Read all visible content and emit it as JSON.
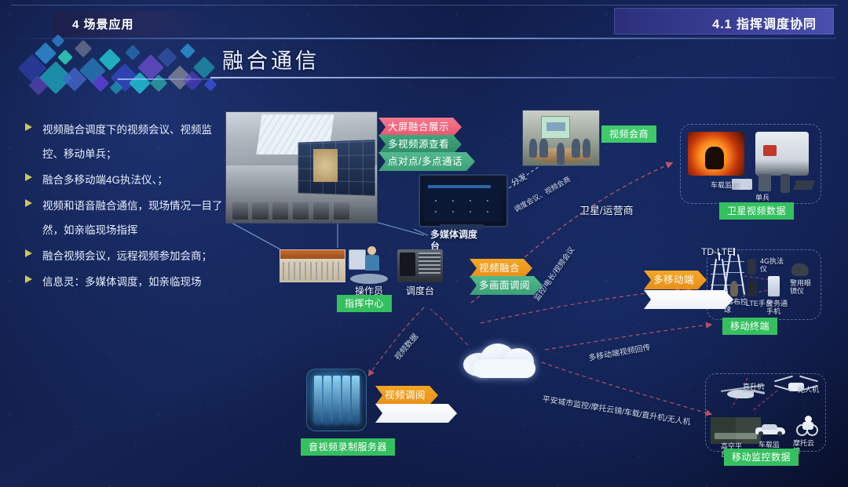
{
  "header": {
    "section_tag": "4 场景应用",
    "chapter_tag": "4.1 指挥调度协同",
    "title": "融合通信"
  },
  "bullets": [
    "视频融合调度下的视频会议、视频监控、移动单兵；",
    "融合多移动端4G执法仪、；",
    "视频和语音融合通信，现场情况一目了然，如亲临现场指挥",
    "融合视频会议，远程视频参加会商；",
    "信息灵：多媒体调度，如亲临现场"
  ],
  "banners": {
    "big_screen": "大屏融合展示",
    "multi_source": "多视频源查看",
    "p2p_call": "点对点/多点通话",
    "video_fusion": "视频融合",
    "multi_view": "多画面调阅",
    "multi_mobile": "多移动端",
    "video_retrieval": "视频调阅"
  },
  "chips": {
    "command_center": "指挥中心",
    "video_conference": "视频会商",
    "satellite_video_data": "卫星视频数据",
    "mobile_terminal": "移动终端",
    "av_record_server": "音视频录制服务器",
    "mobile_monitor_data": "移动监控数据"
  },
  "diagram_labels": {
    "multimedia_console": "多媒体调度台",
    "operator": "操作员",
    "dispatch_console": "调度台",
    "satellite_operator": "卫星/运营商",
    "td_lte": "TD-LTE",
    "vehicle_monitor": "车载监控",
    "single_soldier": "单兵",
    "lawenforcement_4g": "4G执法仪",
    "police_phone": "警务通手机",
    "police_4g": "4G布控球",
    "lte_phone": "LTE手台",
    "helicopter": "直升机",
    "drone": "无人机",
    "high_platform": "高空平台",
    "vehicle_cam": "车载监控",
    "moto_cloud": "摩托云镜"
  },
  "path_labels": {
    "distribute": "分发",
    "conf_and_consult": "调度会议、视频会商",
    "monitor_conf": "监控/电长/视频会议",
    "video_data": "视频数据",
    "mobile_backhaul": "多移动端视频回传",
    "safe_city": "平安城市监控/摩托云镜/车载/直升机/无人机"
  },
  "colors": {
    "accent_red": "#e8566f",
    "accent_green": "#3d9f78",
    "accent_orange": "#e8901a",
    "chip_green": "#35c05f",
    "header_purple": "#3a3f96",
    "bg_deep": "#101c47"
  }
}
